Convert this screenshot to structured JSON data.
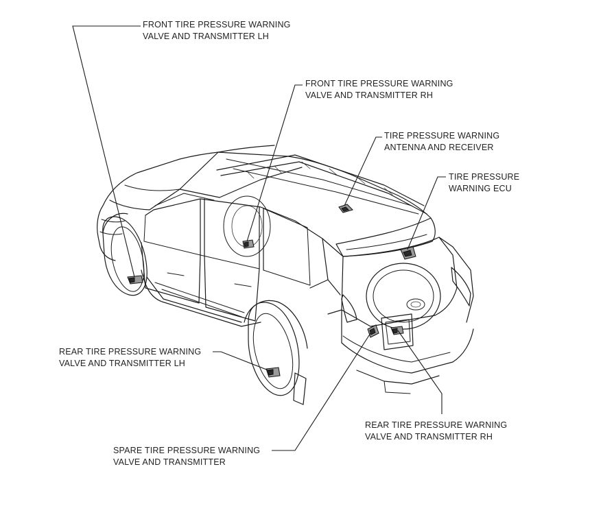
{
  "callouts": {
    "front_lh": {
      "line1": "FRONT TIRE PRESSURE WARNING",
      "line2": "VALVE AND TRANSMITTER LH"
    },
    "front_rh": {
      "line1": "FRONT TIRE PRESSURE WARNING",
      "line2": "VALVE AND TRANSMITTER RH"
    },
    "antenna": {
      "line1": "TIRE PRESSURE WARNING",
      "line2": "ANTENNA AND RECEIVER"
    },
    "ecu": {
      "line1": "TIRE PRESSURE",
      "line2": "WARNING ECU"
    },
    "rear_lh": {
      "line1": "REAR TIRE PRESSURE WARNING",
      "line2": "VALVE AND TRANSMITTER LH"
    },
    "rear_rh": {
      "line1": "REAR TIRE PRESSURE WARNING",
      "line2": "VALVE AND TRANSMITTER RH"
    },
    "spare": {
      "line1": "SPARE TIRE PRESSURE WARNING",
      "line2": "VALVE AND TRANSMITTER"
    }
  }
}
